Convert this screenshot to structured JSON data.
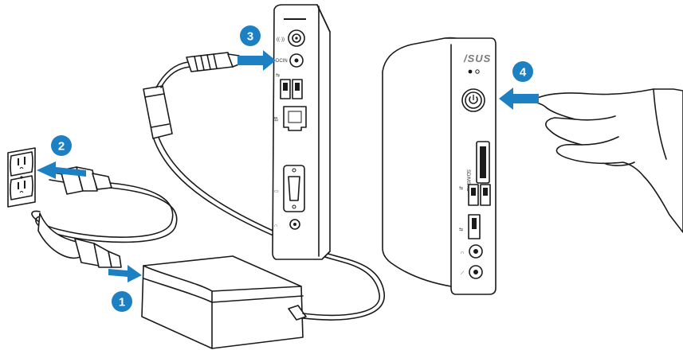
{
  "steps": [
    {
      "number": "1"
    },
    {
      "number": "2"
    },
    {
      "number": "3"
    },
    {
      "number": "4"
    }
  ],
  "device": {
    "brand": "/SUS",
    "card_reader_label": "SD/MS/xD"
  },
  "colors": {
    "step_badge": "#1d80c3",
    "arrow": "#1d80c3",
    "outline": "#1a1a1a"
  },
  "icons": [
    "power-outlet-icon",
    "power-plug-icon",
    "ac-adapter-icon",
    "dc-jack-icon",
    "hand-icon",
    "power-button-icon",
    "usb-port-icon",
    "lan-port-icon",
    "vga-port-icon",
    "headphone-icon",
    "microphone-icon",
    "antenna-icon"
  ]
}
